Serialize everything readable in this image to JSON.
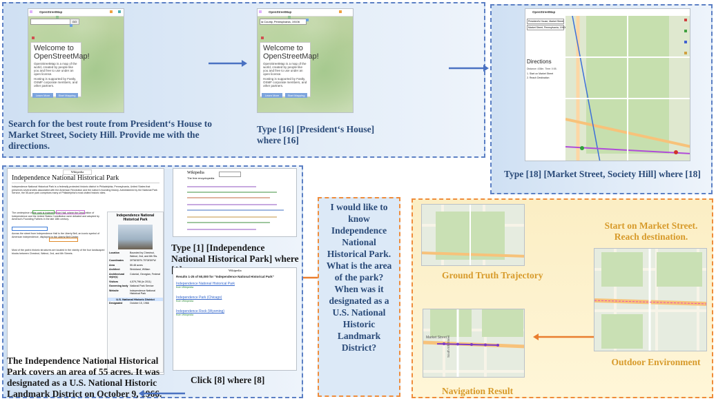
{
  "top_panel": {
    "instruction": "Search for the best route from President‘s House to Market Street, Society Hill. Provide me with the directions.",
    "step2_caption": "Type [16] [President‘s House] where [16]",
    "step3_caption": "Type [18] [Market Street, Society Hill] where [18]"
  },
  "osm_shot1": {
    "app_name": "OpenStreetMap",
    "welcome_title": "Welcome to OpenStreetMap!",
    "blurb": "OpenStreetMap is a map of the world, created by people like you and free to use under an open license.",
    "hosting": "Hosting is supported by Fastly, OSMF corporate members, and other partners.",
    "learn_more": "Learn More",
    "start_mapping": "Start Mapping",
    "go_button": "GO"
  },
  "osm_shot2": {
    "app_name": "OpenStreetMap",
    "search_value": "ia County, Pennsylvania, 19106",
    "welcome_title": "Welcome to OpenStreetMap!",
    "blurb": "OpenStreetMap is a map of the world, created by people like you and free to use under an open license.",
    "hosting": "Hosting is supported by Fastly, OSMF corporate members, and other partners.",
    "learn_more": "Learn More",
    "start_mapping": "Start Mapping"
  },
  "osm_shot3": {
    "app_name": "OpenStreetMap",
    "from_value": "President's House, Market Street",
    "to_value": "Market Street, Pennsylvania, 19106",
    "directions_title": "Directions",
    "distance": "Distance: 438m. Time: 0:05.",
    "step1": "1. Start on Market Street",
    "step2": "2. Reach Destination"
  },
  "bottom_right": {
    "env_caption": "Start on Market Street. Reach destination.",
    "env_label": "Outdoor Environment",
    "gt_label": "Ground Truth Trajectory",
    "nav_label": "Navigation Result",
    "street_label_1": "Market Street",
    "street_label_2": "South 5th Street"
  },
  "question": "I would like to know Independence National Historical Park. What is the area of the park? When was it designated as a U.S. National Historic Landmark District?",
  "bottom_left": {
    "answer": "The Independence National Historical Park covers an area of 55 acres. It was designated as a U.S. National Historic Landmark District on October 9, 1966.",
    "step_type_caption": "Type [1] [Independence National Historical Park] where [1]",
    "step_click_caption": "Click [8] where [8]",
    "wiki_article_title": "Independence National Historical Park",
    "wiki_intro": "Independence National Historical Park is a federally protected historic district in Philadelphia, Pennsylvania, United States that preserves several sites associated with the American Revolution and the nation's founding history. Administered by the National Park Service, the 55-acre park comprises many of Philadelphia's most-visited historic sites.",
    "wiki_para2": "The centerpiece of the park is Independence Hall, where the Declaration of Independence and the United States Constitution were debated and adopted by America's Founding Fathers in the late 18th century.",
    "wiki_para3": "Across the street from Independence Hall is the Liberty Bell, an iconic symbol of American independence, displayed in the Liberty Bell Center.",
    "wiki_para4": "Most of the park's historic structures are located in the vicinity of the four landscaped blocks between Chestnut, Walnut, 2nd, and 6th Streets.",
    "infobox_title": "Independence National Historical Park",
    "infobox_rows": [
      {
        "k": "Location",
        "v": "Bounded by Chestnut, Walnut, 2nd, and 6th Sts."
      },
      {
        "k": "Coordinates",
        "v": "39°56′55″N 75°08′59″W"
      },
      {
        "k": "Area",
        "v": "55.48 acres"
      },
      {
        "k": "Architect",
        "v": "Strickland, William"
      },
      {
        "k": "Architectural style(s)",
        "v": "Colonial, Georgian, Federal"
      },
      {
        "k": "Visitors",
        "v": "4,579,796 (in 2011)"
      },
      {
        "k": "Governing body",
        "v": "National Park Service"
      },
      {
        "k": "Website",
        "v": "Independence National Historical Park"
      }
    ],
    "infobox_section": "U.S. National Historic District",
    "infobox_designated_k": "Designated",
    "infobox_designated_v": "October 15, 1966",
    "portal_title": "Wikipedia",
    "portal_tagline": "The free encyclopedia",
    "search_results_header": "Results 1-25 of 60,000 for \"Independence National Historical Park\"",
    "results": [
      {
        "title": "Independence National Historical Park",
        "meta": "from Wikipedia"
      },
      {
        "title": "Independence Park (Chicago)",
        "meta": "from Wikipedia"
      },
      {
        "title": "Independence Rock (Wyoming)",
        "meta": "from Wikipedia"
      }
    ]
  }
}
